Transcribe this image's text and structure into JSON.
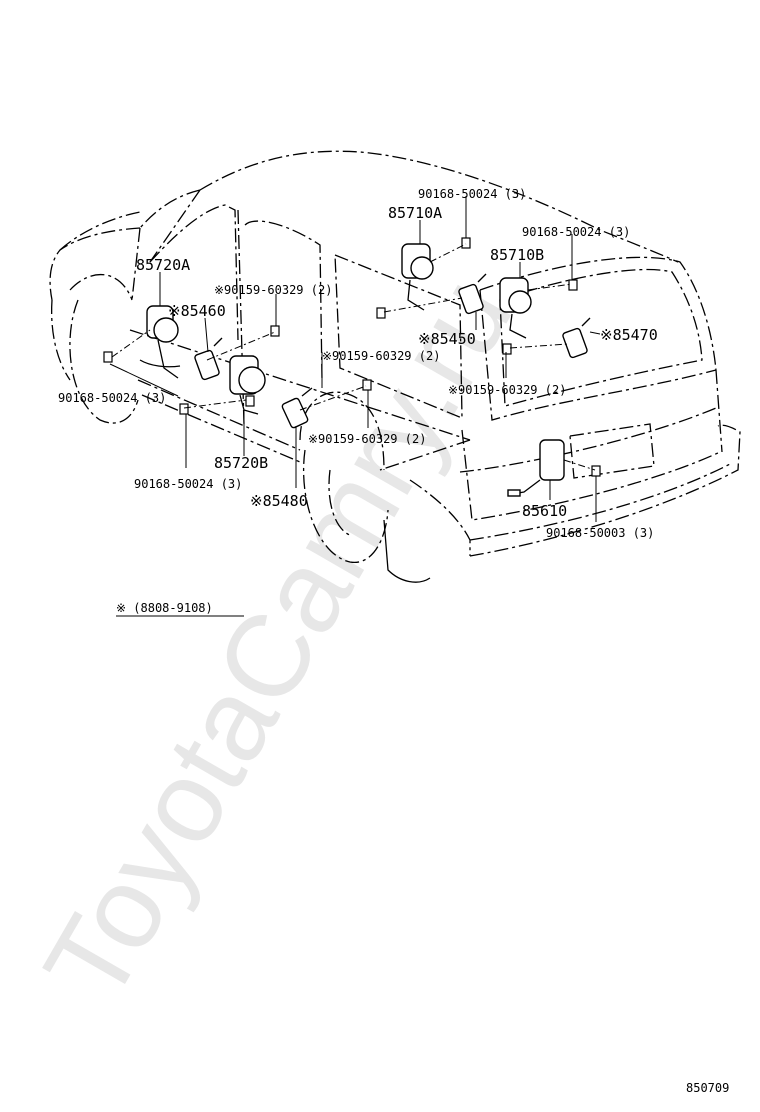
{
  "watermark": "ToyotaCamry.ru",
  "labels": {
    "p85720A": "85720A",
    "p85460": "※85460",
    "b90159_60329_left": "※90159-60329 (2)",
    "b90168_50024_left": "90168-50024 (3)",
    "b90159_60329_mid": "※90159-60329 (2)",
    "p85720B": "85720B",
    "b90168_50024_bottom": "90168-50024 (3)",
    "p85480": "※85480",
    "b90159_60329_lower": "※90159-60329 (2)",
    "b90168_50024_top": "90168-50024 (3)",
    "p85710A": "85710A",
    "b90168_50024_right": "90168-50024 (3)",
    "p85710B": "85710B",
    "p85450": "※85450",
    "p85470": "※85470",
    "b90159_60329_right": "※90159-60329 (2)",
    "p85610": "85610",
    "b90168_50003": "90168-50003 (3)"
  },
  "footnote": "※ (8808-9108)",
  "diagram_code": "850709"
}
